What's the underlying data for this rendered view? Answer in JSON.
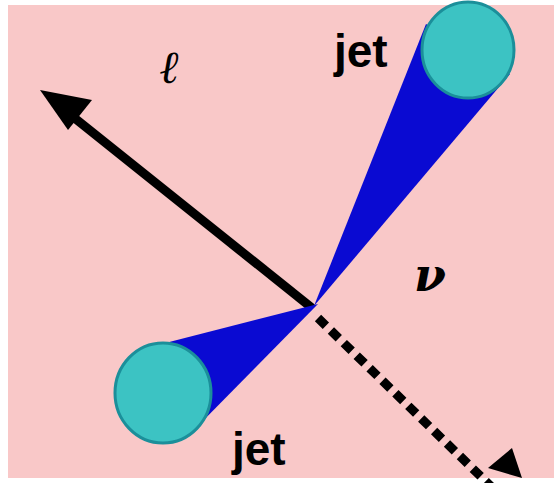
{
  "diagram": {
    "labels": [
      "ℓ",
      "jet",
      "jet",
      "ν"
    ]
  }
}
